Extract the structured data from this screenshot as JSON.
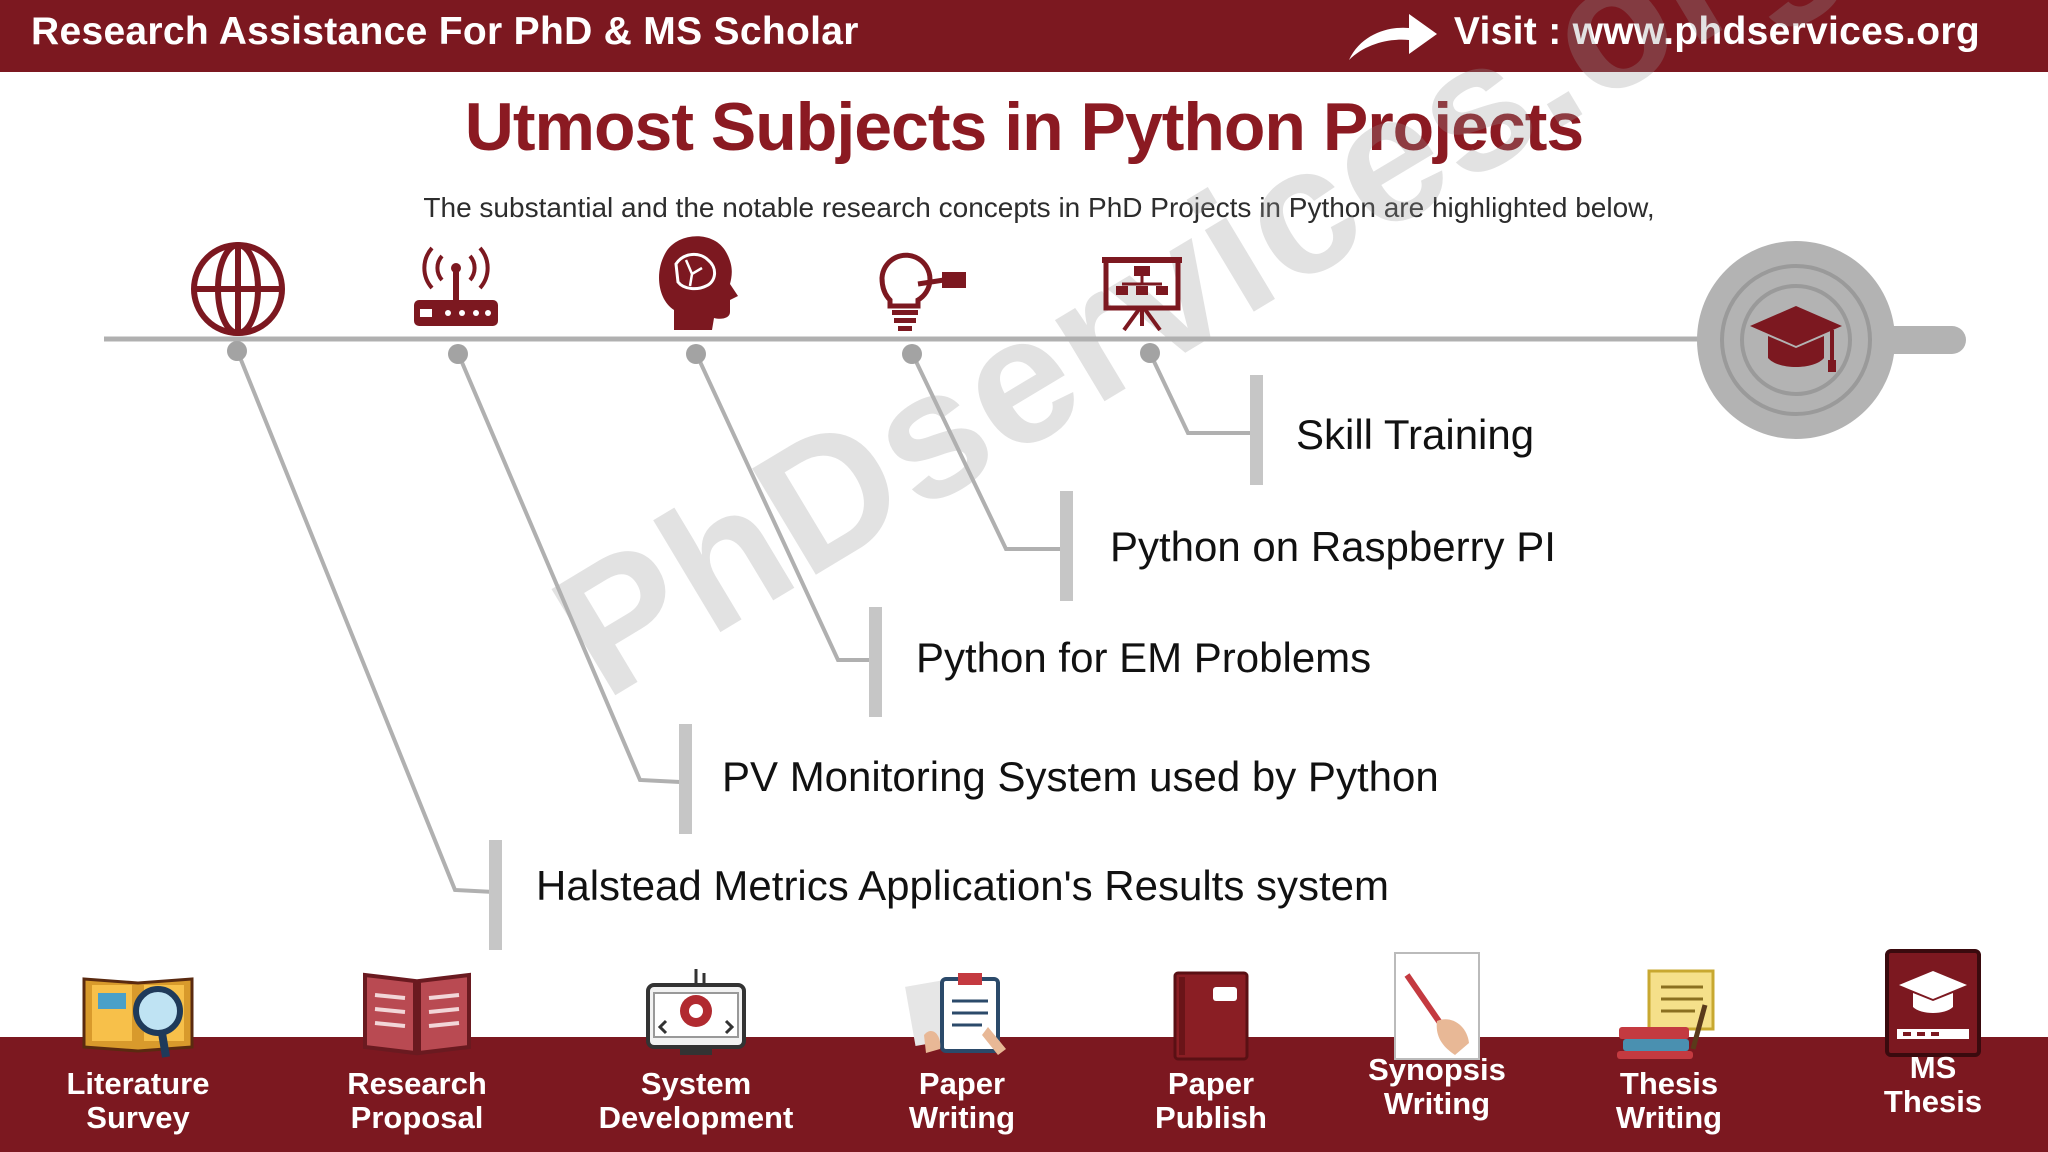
{
  "header": {
    "left_text": "Research Assistance For PhD & MS Scholar",
    "right_text": "Visit : www.phdservices.org"
  },
  "title": "Utmost Subjects in Python Projects",
  "subtitle": "The substantial and the notable research concepts in PhD Projects in Python are highlighted below,",
  "watermark": "PhDservices.org",
  "items": [
    {
      "label": "Halstead Metrics Application's Results system",
      "icon": "globe-icon"
    },
    {
      "label": "PV Monitoring System used by Python",
      "icon": "router-icon"
    },
    {
      "label": "Python for EM Problems",
      "icon": "brain-head-icon"
    },
    {
      "label": "Python on Raspberry PI",
      "icon": "lightbulb-icon"
    },
    {
      "label": "Skill Training",
      "icon": "presentation-board-icon"
    }
  ],
  "end_icon": "graduation-cap-icon",
  "services": [
    {
      "line1": "Literature",
      "line2": "Survey",
      "icon": "literature-search-icon"
    },
    {
      "line1": "Research",
      "line2": "Proposal",
      "icon": "open-book-icon"
    },
    {
      "line1": "System",
      "line2": "Development",
      "icon": "computer-gear-icon"
    },
    {
      "line1": "Paper",
      "line2": "Writing",
      "icon": "clipboard-writing-icon"
    },
    {
      "line1": "Paper",
      "line2": "Publish",
      "icon": "red-book-icon"
    },
    {
      "line1": "Synopsis",
      "line2": "Writing",
      "icon": "pen-paper-icon"
    },
    {
      "line1": "Thesis",
      "line2": "Writing",
      "icon": "scroll-books-icon"
    },
    {
      "line1": "MS",
      "line2": "Thesis",
      "icon": "thesis-book-cap-icon"
    }
  ],
  "colors": {
    "brand": "#7c1820",
    "title": "#8b1a22",
    "line": "#b0b0b0"
  }
}
